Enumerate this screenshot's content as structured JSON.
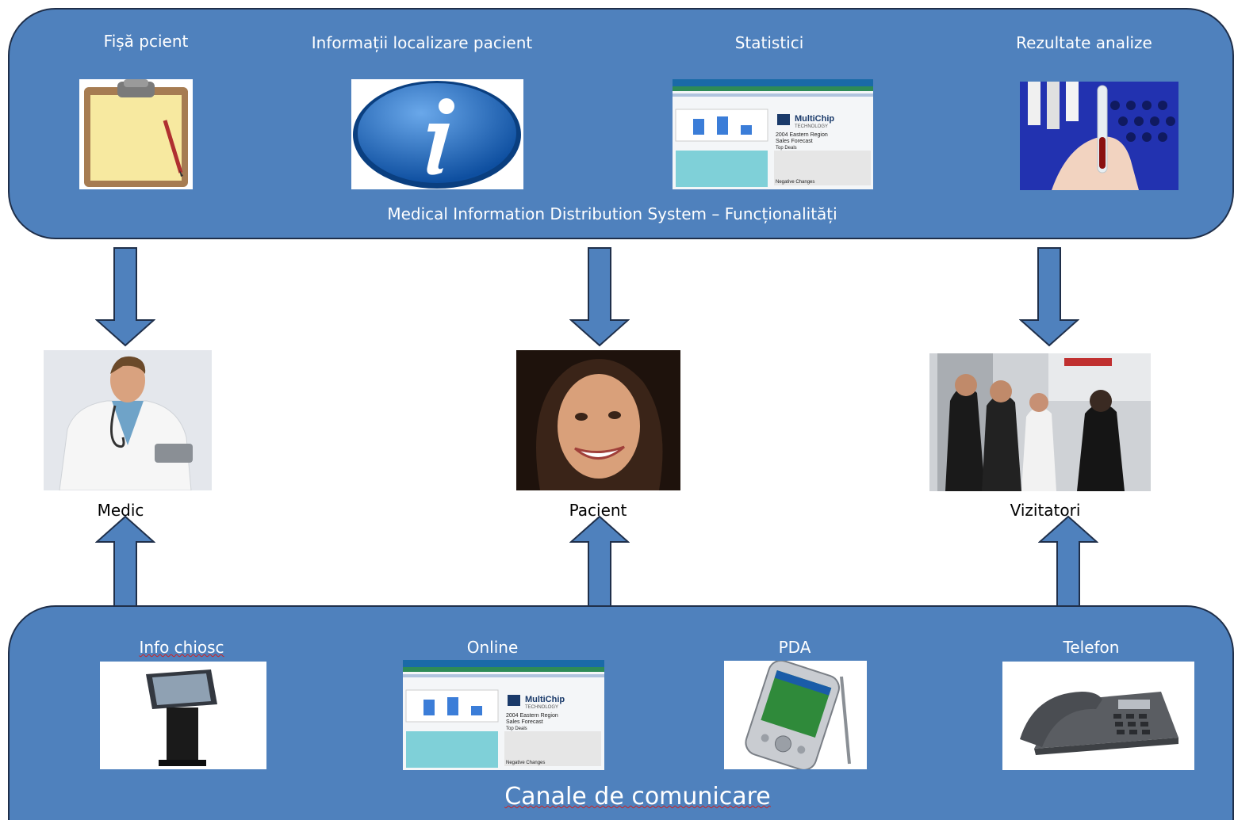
{
  "system": {
    "title": "Medical Information Distribution System – Funcționalități",
    "features": [
      {
        "label": "Fișă pcient",
        "icon": "clipboard-icon"
      },
      {
        "label": "Informații localizare pacient",
        "icon": "info-icon"
      },
      {
        "label": "Statistici",
        "icon": "statistics-report-icon"
      },
      {
        "label": "Rezultate analize",
        "icon": "test-tubes-icon"
      }
    ]
  },
  "users": [
    {
      "label": "Medic",
      "icon": "doctor-photo"
    },
    {
      "label": "Pacient",
      "icon": "patient-photo"
    },
    {
      "label": "Vizitatori",
      "icon": "visitors-photo"
    }
  ],
  "channels": {
    "title": "Canale de comunicare",
    "items": [
      {
        "label": "Info chiosc",
        "icon": "kiosk-icon"
      },
      {
        "label": "Online",
        "icon": "web-report-icon"
      },
      {
        "label": "PDA",
        "icon": "pda-icon"
      },
      {
        "label": "Telefon",
        "icon": "telephone-icon"
      }
    ]
  },
  "report": {
    "logo": "MultiChip",
    "logo_sub": "TECHNOLOGY",
    "line1": "2004 Eastern Region",
    "line2": "Sales Forecast",
    "line3": "Top Deals",
    "line4": "Negative Changes"
  },
  "colors": {
    "panel": "#4f81bd",
    "border": "#1f2f4a",
    "text": "#ffffff"
  }
}
